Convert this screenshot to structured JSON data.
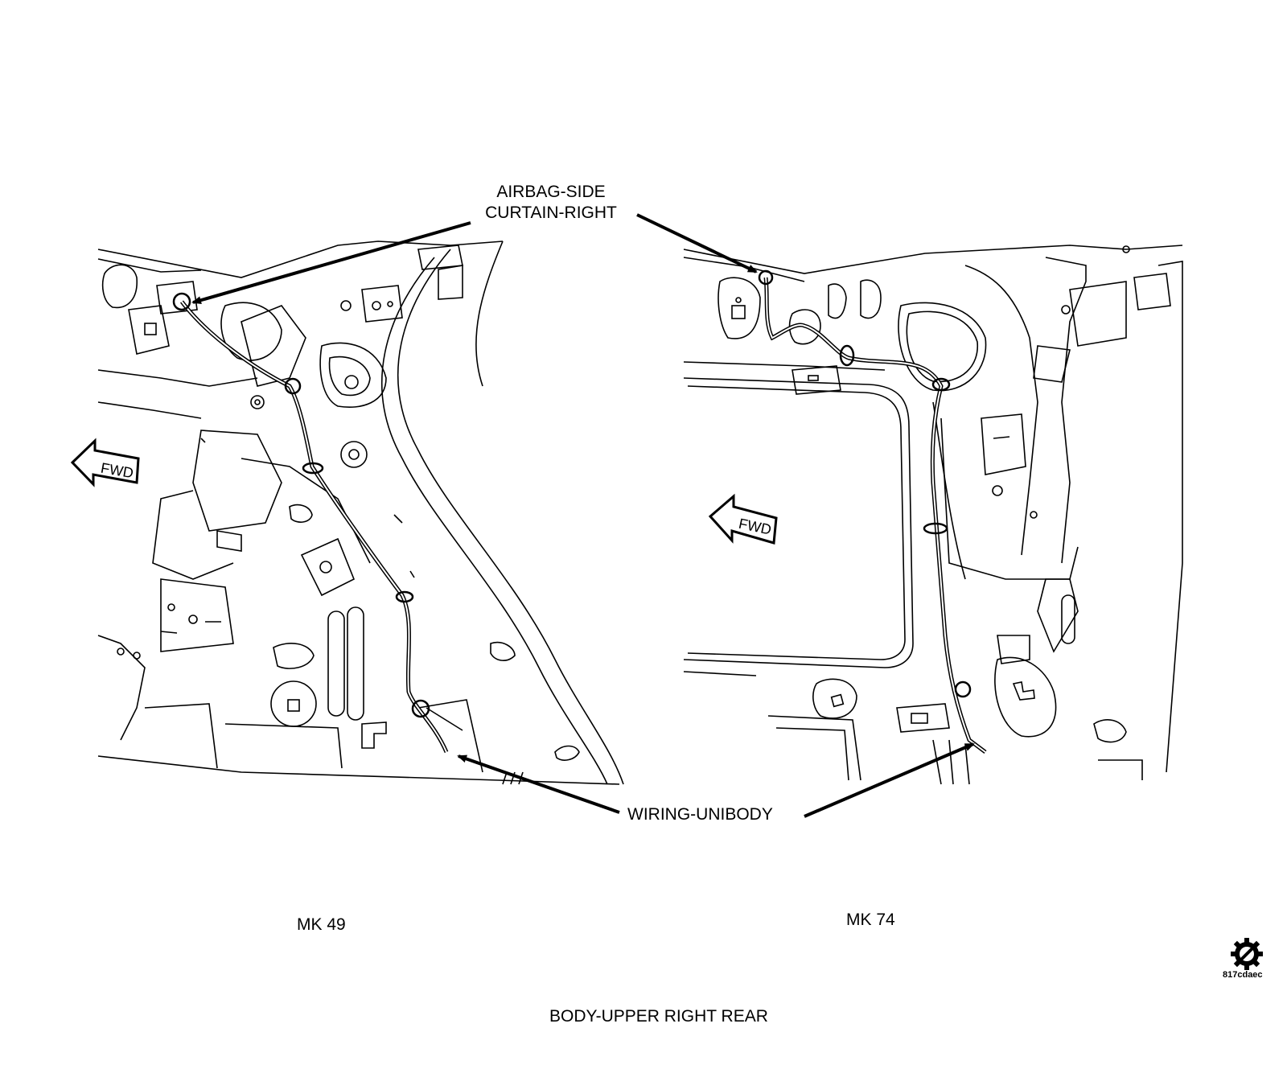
{
  "callouts": {
    "airbag_line1": "AIRBAG-SIDE",
    "airbag_line2": "CURTAIN-RIGHT",
    "wiring": "WIRING-UNIBODY"
  },
  "views": {
    "left_caption": "MK 49",
    "right_caption": "MK 74",
    "fwd_label": "FWD"
  },
  "title": "BODY-UPPER RIGHT REAR",
  "part_number": "817cdaec",
  "icons": {
    "logo": "gear-no-symbol-icon"
  }
}
